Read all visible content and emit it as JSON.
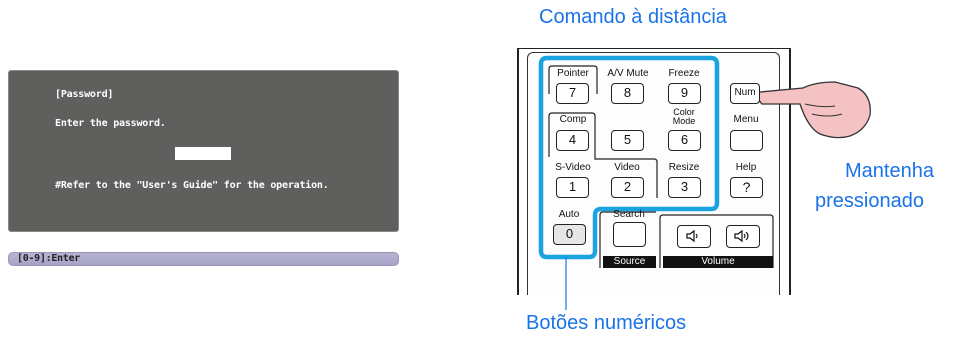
{
  "dialog": {
    "title": "[Password]",
    "prompt": "Enter the password.",
    "note": "#Refer to the \"User's Guide\" for the operation.",
    "help_bar": "[0-9]:Enter"
  },
  "remote": {
    "caption_top": "Comando à distância",
    "caption_right_line1": "Mantenha",
    "caption_right_line2": "pressionado",
    "caption_bottom": "Botões numéricos",
    "labels": {
      "pointer": "Pointer",
      "av_mute": "A/V Mute",
      "freeze": "Freeze",
      "comp": "Comp",
      "color_mode_1": "Color",
      "color_mode_2": "Mode",
      "menu": "Menu",
      "svideo": "S-Video",
      "video": "Video",
      "resize": "Resize",
      "help": "Help",
      "auto": "Auto",
      "search": "Search",
      "source": "Source",
      "volume": "Volume"
    },
    "keys": {
      "k7": "7",
      "k8": "8",
      "k9": "9",
      "num": "Num",
      "k4": "4",
      "k5": "5",
      "k6": "6",
      "k1": "1",
      "k2": "2",
      "k3": "3",
      "help": "?",
      "k0": "0"
    }
  },
  "colors": {
    "highlight": "#1aa3e0",
    "caption": "#1a73e8"
  }
}
